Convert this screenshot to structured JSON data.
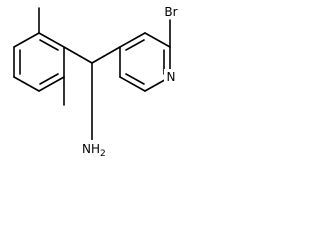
{
  "molecule": {
    "labels": {
      "bromine": "Br",
      "pyridine_nitrogen": "N",
      "amine": "NH",
      "amine_subscript": "2"
    },
    "colors": {
      "bond": "#000000",
      "label": "#000000",
      "background": "#ffffff"
    }
  }
}
